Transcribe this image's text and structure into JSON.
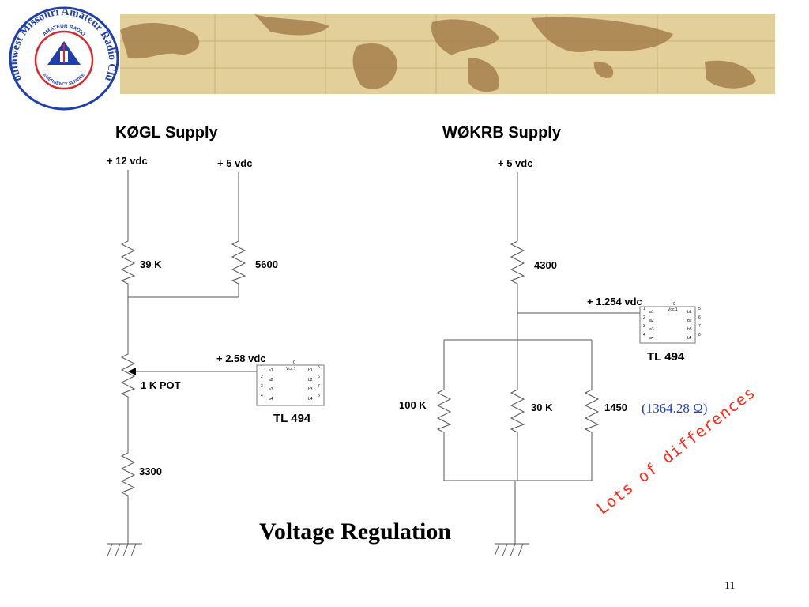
{
  "logo": {
    "ring_text": "Southwest Missouri Amateur Radio Club",
    "top_text": "AMATEUR RADIO",
    "bottom_text": "EMERGENCY SERVICE",
    "colors": {
      "ring": "#1f3fae",
      "accent": "#d9262e"
    }
  },
  "banner": {
    "colors": {
      "sea": "#e3cf9a",
      "land": "#a5804c"
    }
  },
  "left_circuit": {
    "title": "KØGL Supply",
    "supply_12v": "+ 12 vdc",
    "supply_5v": "+ 5 vdc",
    "r1": "39 K",
    "r2": "5600",
    "pot": "1 K POT",
    "r3": "3300",
    "output": "+ 2.58 vdc",
    "chip": "TL 494"
  },
  "right_circuit": {
    "title": "WØKRB Supply",
    "supply_5v": "+ 5 vdc",
    "r1": "4300",
    "output": "+ 1.254 vdc",
    "chip": "TL 494",
    "r_a": "100 K",
    "r_b": "30 K",
    "r_c": "1450",
    "equivalent": "(1364.28 Ω)"
  },
  "chip_pins": {
    "left": [
      "a1",
      "a2",
      "a3",
      "a4"
    ],
    "right": [
      "b1",
      "b2",
      "b3",
      "b4"
    ],
    "left_numbers": [
      "1",
      "2",
      "3",
      "4"
    ],
    "right_numbers": [
      "5",
      "6",
      "7",
      "8"
    ],
    "top_number": "0",
    "vcc": "Vcc:1"
  },
  "title": "Voltage Regulation",
  "annotation": "Lots of differences",
  "page_number": "11"
}
